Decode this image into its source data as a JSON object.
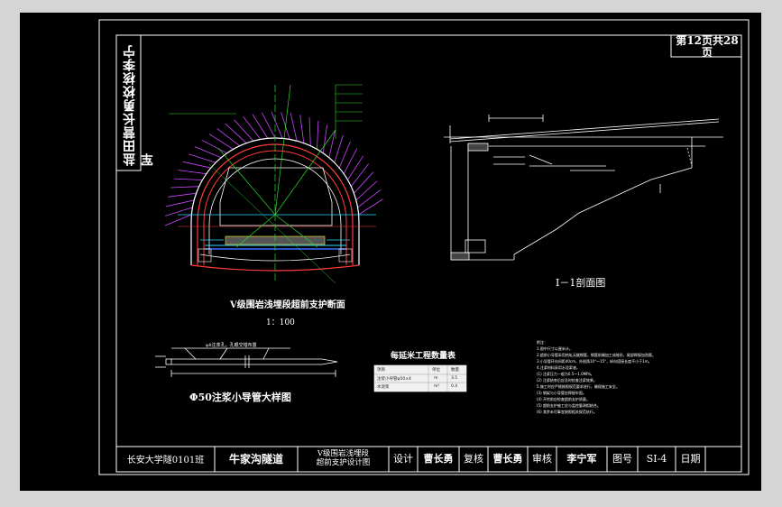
{
  "side_title": "盐田营长勇校核李宁军",
  "page_header": "第12页共28页",
  "section_tunnel": {
    "title": "V级围岩浅埋段超前支护断面",
    "scale": "1：100"
  },
  "section_11": {
    "title": "I－1剖面图"
  },
  "pipe_detail": {
    "title": "Φ50注浆小导管大样图",
    "caption": "φ8注浆孔，孔眼交错布置"
  },
  "quantity_table": {
    "title": "每延米工程数量表",
    "headers": [
      "项目",
      "单位",
      "数量"
    ],
    "rows": [
      [
        "注浆小导管φ50×4",
        "m",
        "3.5"
      ],
      [
        "水泥浆",
        "m³",
        "0.4"
      ]
    ]
  },
  "notes": {
    "heading": "附注：",
    "lines": [
      "1.图中尺寸以厘米计。",
      "2.超前小导管采用热轧无缝钢管，钢管前端加工成锥形，尾部焊接加劲箍。",
      "3.小导管环向间距40cm，外插角10°～15°，纵向搭接长度不小于1m。",
      "4.注浆材料采用水泥浆液。",
      "(1) 注浆压力一般为0.5～1.0MPa。",
      "(2) 注浆结束后应及时检查注浆效果。",
      "5.施工时应严格按照规范要求进行，确保施工安全。",
      "(3) 钢架与小导管应焊接牢固。",
      "(4) 开挖前应检查超前支护质量。",
      "(5) 超前支护施工应与监控量测相结合。",
      "(6) 其余未尽事宜按照相关规范执行。"
    ]
  },
  "title_block": {
    "school": "长安大学隧0101班",
    "project": "牛家沟隧道",
    "drawing_name_line1": "V级围岩浅埋段",
    "drawing_name_line2": "超前支护设计图",
    "design_label": "设计",
    "design_name": "曹长勇",
    "review_label": "复核",
    "review_name": "曹长勇",
    "audit_label": "审核",
    "audit_name": "李宁军",
    "drawing_no_label": "图号",
    "drawing_no": "SI-4",
    "date_label": "日期"
  },
  "colors": {
    "background": "#000000",
    "line_white": "#ffffff",
    "line_red": "#ff3b3b",
    "line_magenta": "#cc44ff",
    "line_green": "#2bd82b",
    "line_cyan": "#2ad6ff",
    "line_blue": "#3a6cff",
    "line_yellow": "#ffee33",
    "table_fill": "#f0f0f0"
  }
}
